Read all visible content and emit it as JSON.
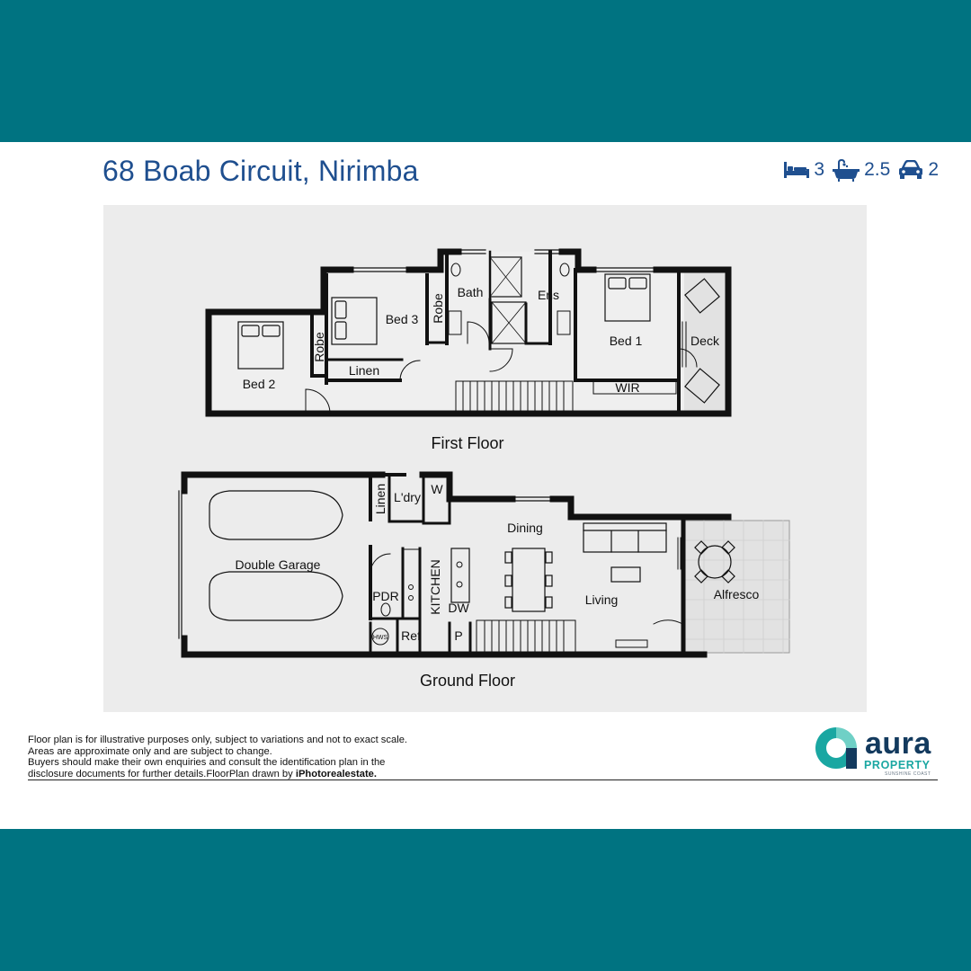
{
  "header": {
    "address": "68 Boab Circuit, Nirimba",
    "beds": "3",
    "baths": "2.5",
    "cars": "2",
    "icons": [
      "bed-icon",
      "bath-icon",
      "car-icon"
    ]
  },
  "floorplan": {
    "first_floor_label": "First Floor",
    "ground_floor_label": "Ground Floor",
    "first_floor_rooms": {
      "bed2": "Bed 2",
      "robe_a": "Robe",
      "linen": "Linen",
      "bed3": "Bed 3",
      "robe_b": "Robe",
      "bath": "Bath",
      "ens": "Ens",
      "bed1": "Bed 1",
      "wir": "WIR",
      "deck": "Deck"
    },
    "ground_floor_rooms": {
      "garage": "Double Garage",
      "linen": "Linen",
      "laundry": "L'dry",
      "w": "W",
      "pdr": "PDR",
      "hws": "HWS",
      "ref": "Ref",
      "kitchen": "KITCHEN",
      "dw": "DW",
      "p": "P",
      "dining": "Dining",
      "living": "Living",
      "alfresco": "Alfresco"
    }
  },
  "footer": {
    "disclaimer_lines": [
      "Floor plan is for illustrative purposes only, subject to variations and not to exact scale.",
      "Areas are approximate only and are subject to change.",
      "Buyers should make their own enquiries and consult the identification plan in the",
      "disclosure documents for further details.FloorPlan drawn by "
    ],
    "credit": "iPhotorealestate."
  },
  "logo": {
    "word": "aura",
    "sub": "PROPERTY",
    "sub2": "SUNSHINE COAST"
  },
  "colors": {
    "band": "#007381",
    "title": "#1f4f8f",
    "panel": "#ececec",
    "wall": "#111111",
    "logo_teal": "#1aa7a2",
    "logo_navy": "#133a5e"
  }
}
